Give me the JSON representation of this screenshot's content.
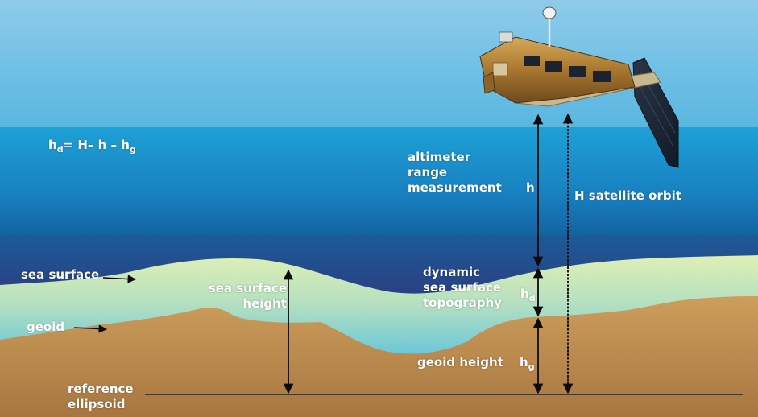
{
  "formula": {
    "hd": "h",
    "d": "d",
    "eq": "= H– h – h",
    "g": "g"
  },
  "labels": {
    "altimeter_l1": "altimeter",
    "altimeter_l2": "range",
    "altimeter_l3": "measurement",
    "h": "h",
    "satellite_orbit": "H   satellite orbit",
    "sea_surface": "sea surface",
    "ssh_l1": "sea surface",
    "ssh_l2": "height",
    "geoid": "geoid",
    "dst_l1": "dynamic",
    "dst_l2": "sea surface",
    "dst_l3": "topography",
    "hd_h": "h",
    "hd_d": "d",
    "geoid_height": "geoid height",
    "hg_h": "h",
    "hg_g": "g",
    "ref_l1": "reference",
    "ref_l2": "ellipsoid"
  },
  "colors": {
    "sky_top": "#8fcbe9",
    "sky_mid": "#68bde3",
    "band_top": "#1a9ad2",
    "band_bottom": "#1565a5",
    "deep_navy": "#2a3a78",
    "sea_light": "#d8edb0",
    "sea_mid": "#92d3cc",
    "sea_deep": "#36b2dd",
    "ground_light": "#c99a5a",
    "ground_dark": "#a8743c",
    "arrow": "#0b0b0b",
    "text_white": "#ffffff",
    "text_dark": "#0d1a3a",
    "panel_dark": "#1f2a3a",
    "satellite_gold": "#b8863b"
  }
}
